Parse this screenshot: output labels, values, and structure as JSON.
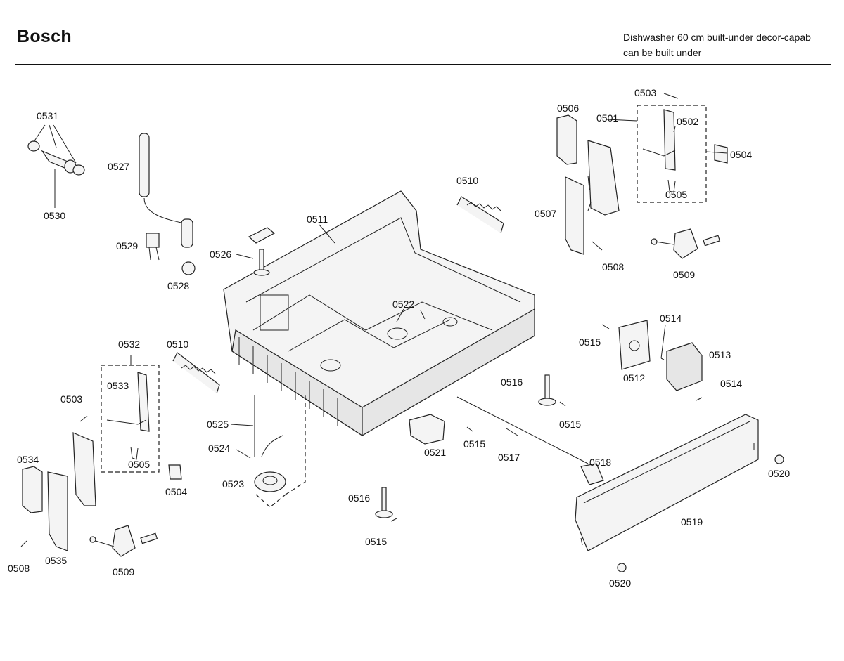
{
  "header": {
    "brand": "Bosch",
    "description_line1": "Dishwasher 60 cm built-under decor-capab",
    "description_line2": "can be built under"
  },
  "callouts": {
    "c0531": "0531",
    "c0530": "0530",
    "c0527": "0527",
    "c0529": "0529",
    "c0528": "0528",
    "c0526": "0526",
    "c0511": "0511",
    "c0510a": "0510",
    "c0506": "0506",
    "c0501": "0501",
    "c0503a": "0503",
    "c0502": "0502",
    "c0504a": "0504",
    "c0505a": "0505",
    "c0507": "0507",
    "c0508a": "0508",
    "c0509a": "0509",
    "c0522": "0522",
    "c0514a": "0514",
    "c0515a": "0515",
    "c0513": "0513",
    "c0512": "0512",
    "c0514b": "0514",
    "c0516a": "0516",
    "c0515b": "0515",
    "c0532": "0532",
    "c0510b": "0510",
    "c0533": "0533",
    "c0503b": "0503",
    "c0525": "0525",
    "c0524": "0524",
    "c0523": "0523",
    "c0505b": "0505",
    "c0504b": "0504",
    "c0534": "0534",
    "c0535": "0535",
    "c0508b": "0508",
    "c0509b": "0509",
    "c0521": "0521",
    "c0515c": "0515",
    "c0517": "0517",
    "c0518": "0518",
    "c0520a": "0520",
    "c0519": "0519",
    "c0520b": "0520",
    "c0516b": "0516",
    "c0515d": "0515"
  }
}
